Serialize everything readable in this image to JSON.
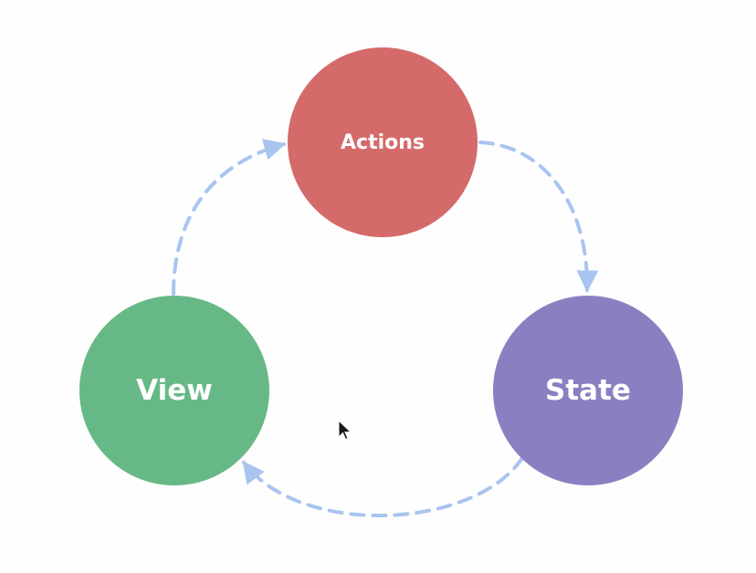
{
  "diagram": {
    "nodes": [
      {
        "id": "actions",
        "label": "Actions",
        "color": "#d46a6a"
      },
      {
        "id": "state",
        "label": "State",
        "color": "#8c7fc1"
      },
      {
        "id": "view",
        "label": "View",
        "color": "#66b986"
      }
    ],
    "edges": [
      {
        "from": "view",
        "to": "actions",
        "style": "dashed"
      },
      {
        "from": "actions",
        "to": "state",
        "style": "dashed"
      },
      {
        "from": "state",
        "to": "view",
        "style": "dashed"
      }
    ],
    "edge_color": "#a9c4ef"
  },
  "cursor": {
    "icon": "mouse-pointer-icon"
  }
}
